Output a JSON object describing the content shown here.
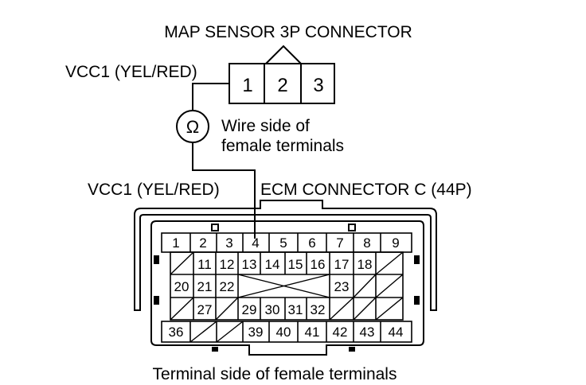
{
  "map_connector": {
    "title": "MAP SENSOR 3P CONNECTOR",
    "wire_label": "VCC1 (YEL/RED)",
    "terminals": [
      "1",
      "2",
      "3"
    ]
  },
  "ohmmeter": {
    "symbol": "Ω",
    "note_line1": "Wire side of",
    "note_line2": "female terminals"
  },
  "ecm_connector": {
    "title": "ECM CONNECTOR C (44P)",
    "wire_label": "VCC1 (YEL/RED)",
    "rows": [
      [
        "1",
        "2",
        "3",
        "4",
        "5",
        "6",
        "7",
        "8",
        "9"
      ],
      [
        "",
        "11",
        "12",
        "13",
        "14",
        "15",
        "16",
        "17",
        "18",
        ""
      ],
      [
        "20",
        "21",
        "22",
        "",
        "",
        "",
        "23",
        "",
        ""
      ],
      [
        "",
        "27",
        "",
        "29",
        "30",
        "31",
        "32",
        "",
        "",
        ""
      ],
      [
        "36",
        "",
        "",
        "39",
        "40",
        "41",
        "42",
        "43",
        "44"
      ]
    ]
  },
  "caption": "Terminal side of female terminals"
}
